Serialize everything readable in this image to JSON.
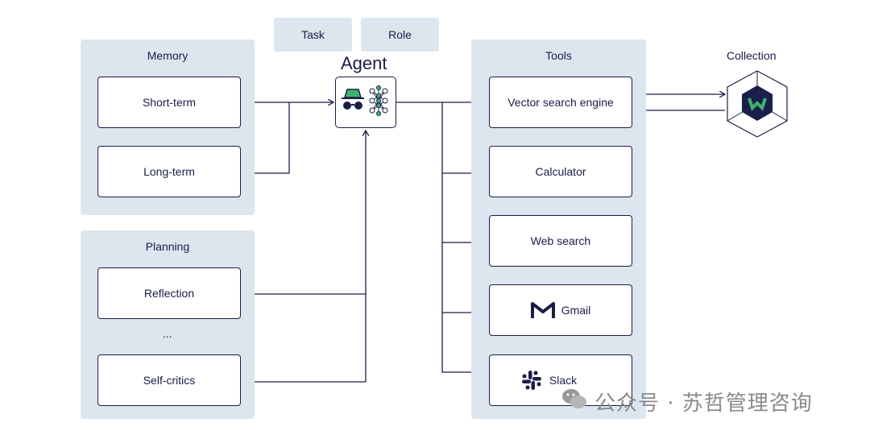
{
  "tags": {
    "task": "Task",
    "role": "Role"
  },
  "agent": {
    "title": "Agent"
  },
  "memory": {
    "title": "Memory",
    "items": [
      "Short-term",
      "Long-term"
    ]
  },
  "planning": {
    "title": "Planning",
    "items": [
      "Reflection",
      "...",
      "Self-critics"
    ]
  },
  "tools": {
    "title": "Tools",
    "items": [
      "Vector search engine",
      "Calculator",
      "Web search",
      "Gmail",
      "Slack"
    ]
  },
  "collection": {
    "title": "Collection"
  },
  "watermark": {
    "text": "公众号 · 苏哲管理咨询"
  },
  "colors": {
    "panel": "#dde6ee",
    "ink": "#1a1d4a",
    "accent_green": "#3db46d",
    "logo_bg": "#1b1f4b"
  }
}
